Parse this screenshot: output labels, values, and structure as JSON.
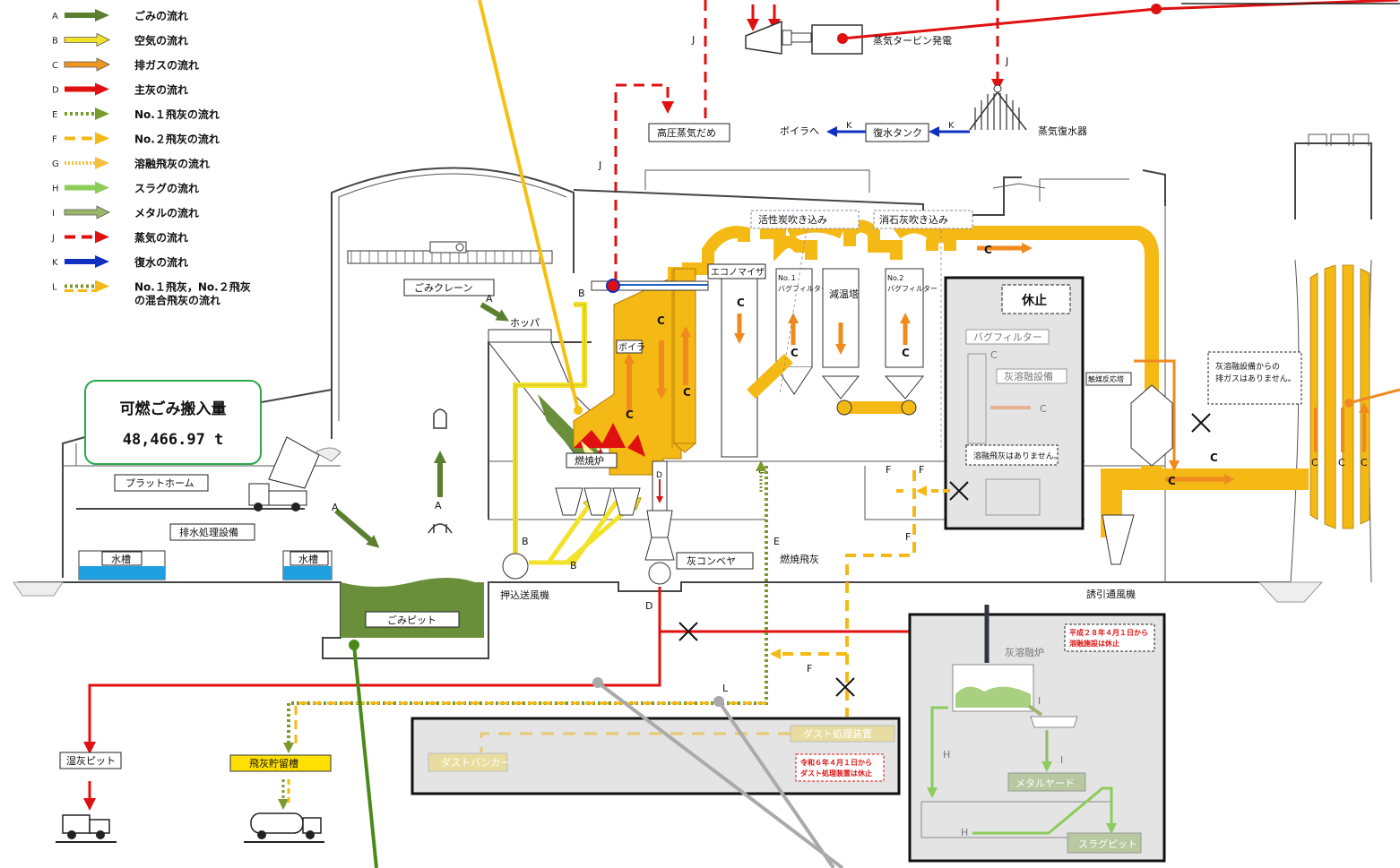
{
  "legend": [
    {
      "key": "A",
      "label": "ごみの流れ",
      "color": "#5a7f2e",
      "style": "arrow"
    },
    {
      "key": "B",
      "label": "空気の流れ",
      "color": "#f2e22a",
      "style": "hollow"
    },
    {
      "key": "C",
      "label": "排ガスの流れ",
      "color": "#f0961e",
      "style": "hollow"
    },
    {
      "key": "D",
      "label": "主灰の流れ",
      "color": "#e01010",
      "style": "arrow"
    },
    {
      "key": "E",
      "label": "No.１飛灰の流れ",
      "color": "#7a9a2e",
      "style": "dotted"
    },
    {
      "key": "F",
      "label": "No.２飛灰の流れ",
      "color": "#f5b915",
      "style": "dashed"
    },
    {
      "key": "G",
      "label": "溶融飛灰の流れ",
      "color": "#f5c040",
      "style": "fine-dotted"
    },
    {
      "key": "H",
      "label": "スラグの流れ",
      "color": "#8ccc5a",
      "style": "arrow"
    },
    {
      "key": "I",
      "label": "メタルの流れ",
      "color": "#9ab86a",
      "style": "hollow"
    },
    {
      "key": "J",
      "label": "蒸気の流れ",
      "color": "#e01010",
      "style": "dashed"
    },
    {
      "key": "K",
      "label": "復水の流れ",
      "color": "#1030c0",
      "style": "arrow"
    },
    {
      "key": "L",
      "label": "No.１飛灰，No.２飛灰\nの混合飛灰の流れ",
      "color": "#7a9a2e",
      "style": "mixed"
    }
  ],
  "colors": {
    "garbage": "#6a8f3a",
    "air": "#f2e22a",
    "gas": "#f5b915",
    "gasArrow": "#f08a1e",
    "ash": "#e01010",
    "steam": "#e01010",
    "water": "#1030c0",
    "slag": "#8ccc5a",
    "fly1": "#7a9a2e",
    "fly2": "#f5b915",
    "inactive": "#e4e4e4"
  },
  "highlight": {
    "title": "可燃ごみ搬入量",
    "value": "48,466.97 t"
  },
  "labels": {
    "turbine": "蒸気タービン発電",
    "hp_steam": "高圧蒸気だめ",
    "to_boiler": "ボイラへ",
    "condensate_tank": "復水タンク",
    "condenser": "蒸気復水器",
    "crane": "ごみクレーン",
    "hopper": "ホッパ",
    "boiler": "ボイラ",
    "economizer": "エコノマイザ",
    "bag1": "No.１\nバグフィルター",
    "cooling": "減温塔",
    "bag2": "No.2\nバグフィルター",
    "carbon": "活性炭吹き込み",
    "lime": "消石灰吹き込み",
    "suspended": "休止",
    "melt_bag": "バグフィルター",
    "melt_equip": "灰溶融設備",
    "catalyst": "触媒反応塔",
    "no_gas_note": "灰溶融設備からの\n排ガスはありません。",
    "no_melt_ash": "溶融飛灰はありません。",
    "furnace": "燃焼炉",
    "platform": "プラットホーム",
    "drain": "排水処理設備",
    "tank1": "水槽",
    "tank2": "水槽",
    "pit": "ごみピット",
    "fan_push": "押込送風機",
    "ash_conveyor": "灰コンベヤ",
    "burn_fly": "燃焼飛灰",
    "induced_fan": "誘引通風機",
    "wet_ash": "湿灰ピット",
    "fly_tank": "飛灰貯留槽",
    "dust_proc": "ダスト処理装置",
    "dust_bunker": "ダストバンカー",
    "dust_note": "令和６年４月１日から\nダスト処理装置は休止",
    "melt_furnace": "灰溶融炉",
    "melt_note": "平成２８年４月１日から\n溶融施設は休止",
    "metal_yard": "メタルヤード",
    "slag_pit": "スラグピット",
    "fl_A": "A",
    "fl_B": "B",
    "fl_C": "C",
    "fl_D": "D",
    "fl_E": "E",
    "fl_F": "F",
    "fl_H": "H",
    "fl_I": "I",
    "fl_J": "J",
    "fl_K": "K",
    "fl_L": "L"
  }
}
